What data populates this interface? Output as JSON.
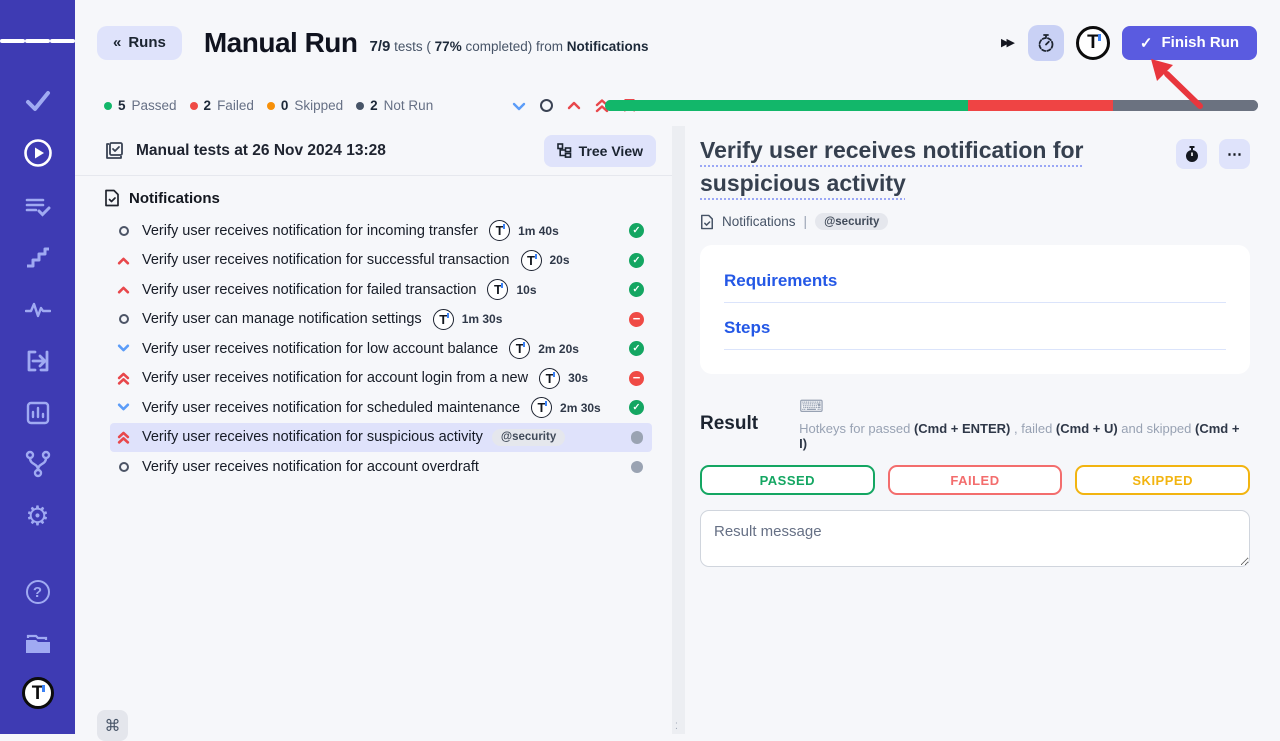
{
  "icons": {
    "back": "«",
    "fast_forward": "▶▶",
    "check": "✓",
    "ellipsis": "⋯",
    "keyboard": "⌨",
    "command": "⌘",
    "pipe": "|"
  },
  "header": {
    "back_label": "Runs",
    "title": "Manual Run",
    "subtitle": {
      "fraction": "7/9",
      "tests_word": "tests (",
      "pct": "77%",
      "completed_word": "completed) from",
      "suite": "Notifications"
    },
    "finish_label": "Finish Run"
  },
  "status_bar": {
    "counts": [
      {
        "value": "5",
        "label": "Passed",
        "color": "#12b76a"
      },
      {
        "value": "2",
        "label": "Failed",
        "color": "#ef4a45"
      },
      {
        "value": "0",
        "label": "Skipped",
        "color": "#f79009"
      },
      {
        "value": "2",
        "label": "Not Run",
        "color": "#475467"
      }
    ],
    "progress": [
      {
        "status": "passed",
        "color": "#12b76a",
        "pct": 55.6
      },
      {
        "status": "failed",
        "color": "#ef4444",
        "pct": 22.2
      },
      {
        "status": "not_run",
        "color": "#6b7280",
        "pct": 22.2
      }
    ]
  },
  "run_panel": {
    "title": "Manual tests at 26 Nov 2024 13:28",
    "tree_view_label": "Tree View",
    "suite": "Notifications",
    "tests": [
      {
        "priority": "none",
        "title": "Verify user receives notification for incoming transfer",
        "duration": "1m 40s",
        "status": "passed"
      },
      {
        "priority": "high",
        "title": "Verify user receives notification for successful transaction",
        "duration": "20s",
        "status": "passed"
      },
      {
        "priority": "high",
        "title": "Verify user receives notification for failed transaction",
        "duration": "10s",
        "status": "passed"
      },
      {
        "priority": "none",
        "title": "Verify user can manage notification settings",
        "duration": "1m 30s",
        "status": "failed"
      },
      {
        "priority": "low",
        "title": "Verify user receives notification for low account balance",
        "duration": "2m 20s",
        "status": "passed"
      },
      {
        "priority": "critical",
        "title": "Verify user receives notification for account login from a new",
        "duration": "30s",
        "status": "failed"
      },
      {
        "priority": "low",
        "title": "Verify user receives notification for scheduled maintenance",
        "duration": "2m 30s",
        "status": "passed"
      },
      {
        "priority": "critical",
        "title": "Verify user receives notification for suspicious activity",
        "tag": "@security",
        "status": "notrun",
        "selected": true
      },
      {
        "priority": "none",
        "title": "Verify user receives notification for account overdraft",
        "status": "notrun"
      }
    ]
  },
  "detail": {
    "title": "Verify user receives notification for suspicious activity",
    "breadcrumb_suite": "Notifications",
    "tag": "@security",
    "sections": {
      "requirements": "Requirements",
      "steps": "Steps"
    },
    "result": {
      "heading": "Result",
      "hotkeys": [
        {
          "t": "Hotkeys for passed ",
          "b": false
        },
        {
          "t": "(Cmd + ENTER)",
          "b": true
        },
        {
          "t": " , failed ",
          "b": false
        },
        {
          "t": "(Cmd + U)",
          "b": true
        },
        {
          "t": " and skipped ",
          "b": false
        },
        {
          "t": "(Cmd + I)",
          "b": true
        }
      ],
      "buttons": [
        {
          "label": "PASSED",
          "color": "#14a662"
        },
        {
          "label": "FAILED",
          "color": "#f36d6d"
        },
        {
          "label": "SKIPPED",
          "color": "#f2b410"
        }
      ],
      "message_placeholder": "Result message"
    }
  }
}
